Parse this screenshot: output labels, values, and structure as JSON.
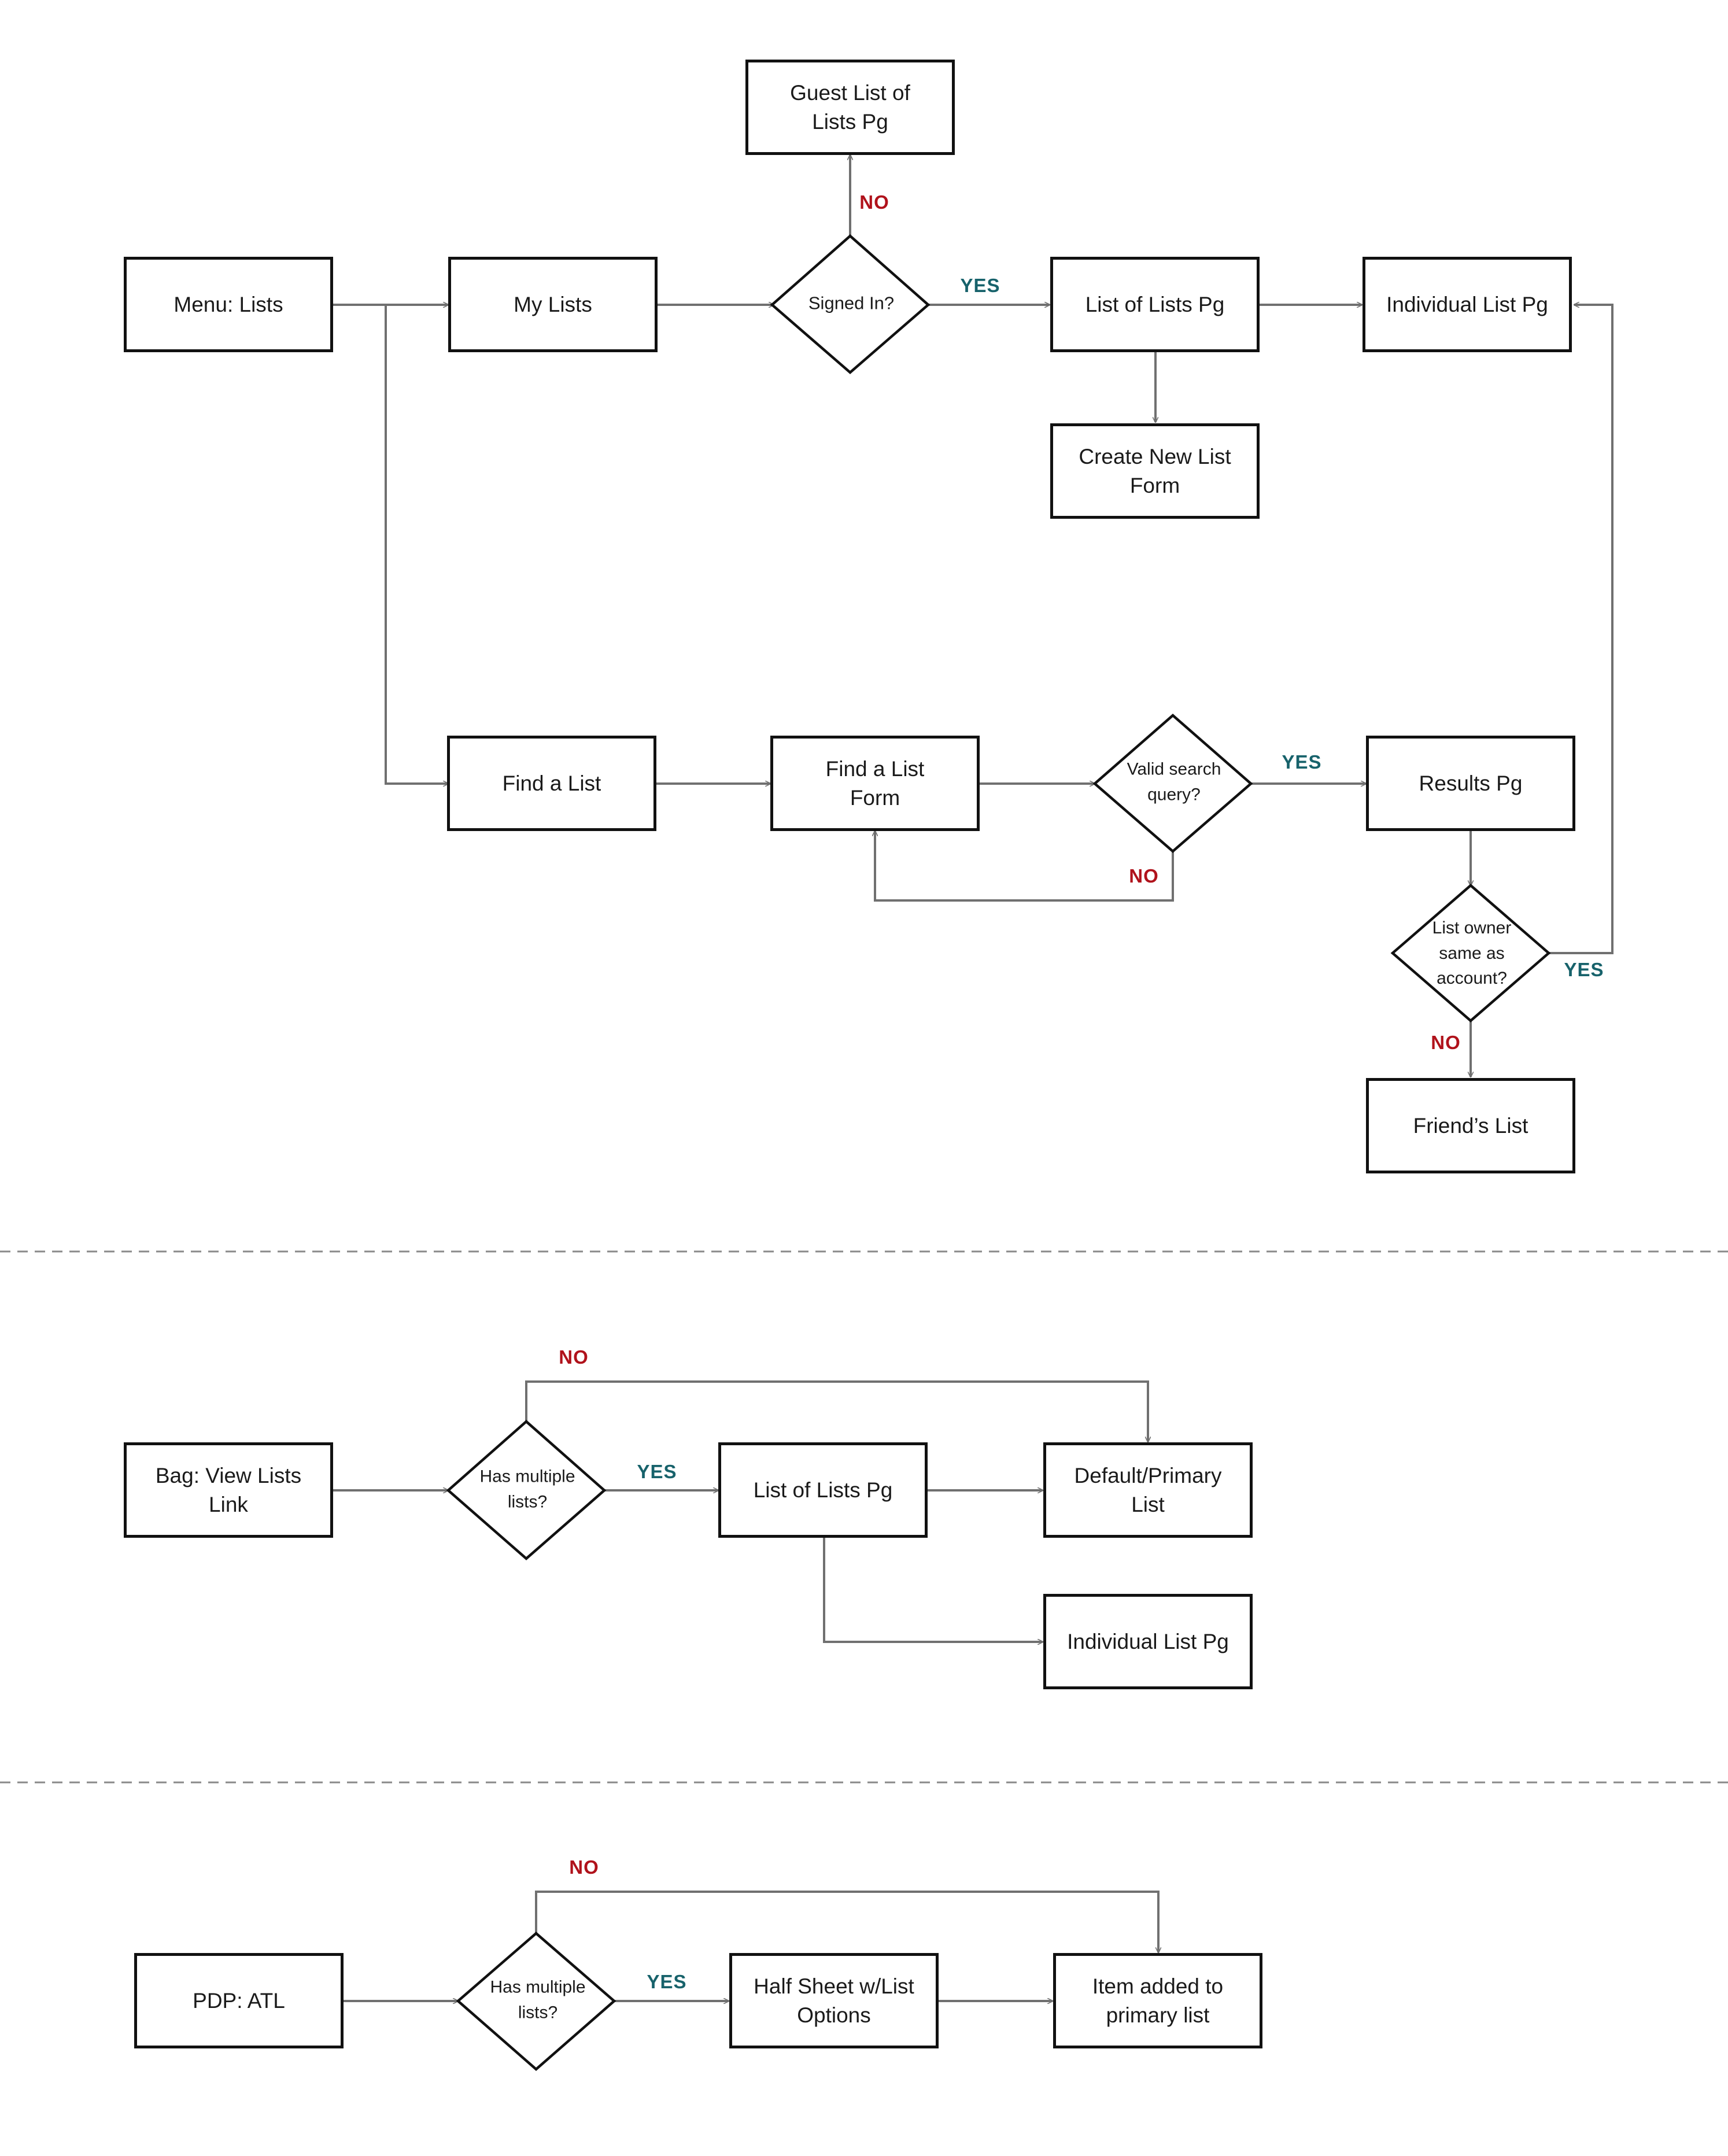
{
  "colors": {
    "no": "#b0121b",
    "yes": "#17626b",
    "line": "#707070",
    "border": "#111111"
  },
  "labels": {
    "no": "NO",
    "yes": "YES"
  },
  "flow1": {
    "menu_lists": "Menu: Lists",
    "my_lists": "My Lists",
    "signed_in": "Signed In?",
    "guest_list_line1": "Guest List of",
    "guest_list_line2": "Lists Pg",
    "list_of_lists": "List of Lists Pg",
    "individual_list": "Individual List Pg",
    "create_new_line1": "Create New List",
    "create_new_line2": "Form",
    "find_a_list": "Find a List",
    "find_form_line1": "Find a List",
    "find_form_line2": "Form",
    "valid_search": "Valid search\nquery?",
    "results": "Results Pg",
    "list_owner": "List owner\nsame as\naccount?",
    "friends_list": "Friend’s List"
  },
  "flow2": {
    "bag_line1": "Bag: View Lists",
    "bag_line2": "Link",
    "has_multiple": "Has multiple\nlists?",
    "list_of_lists": "List of Lists Pg",
    "default_line1": "Default/Primary",
    "default_line2": "List",
    "individual_list": "Individual List Pg"
  },
  "flow3": {
    "pdp": "PDP: ATL",
    "has_multiple": "Has multiple\nlists?",
    "half_sheet_line1": "Half Sheet w/List",
    "half_sheet_line2": "Options",
    "item_added_line1": "Item added to",
    "item_added_line2": "primary list"
  }
}
